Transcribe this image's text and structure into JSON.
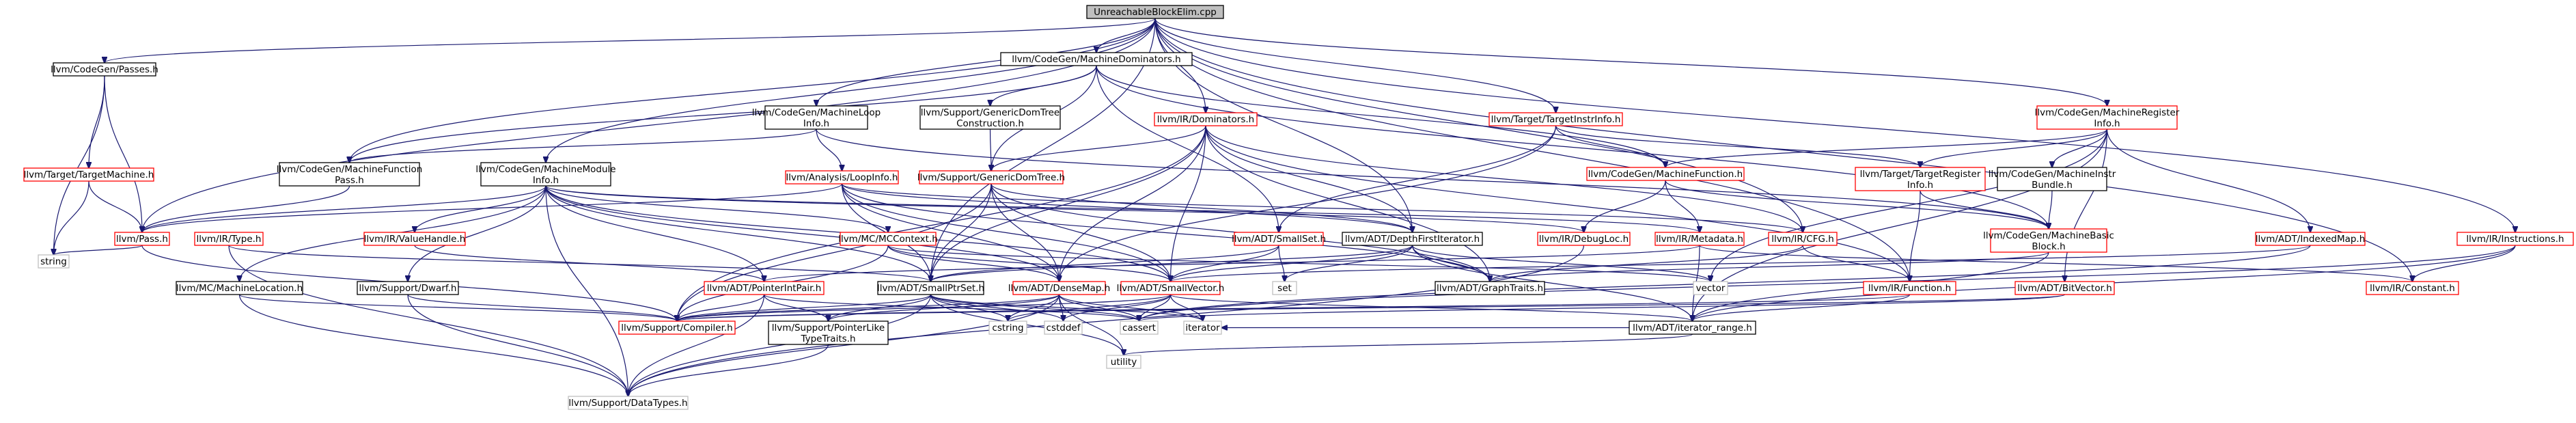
{
  "colors": {
    "edge": "#191970",
    "root_fill": "#bfbfbf",
    "root_border": "#000000",
    "node_fill": "#ffffff",
    "documented_border": "#000000",
    "undocumented_border": "#ff0000",
    "system_border": "#bfbfbf"
  },
  "nodes": {
    "root": {
      "lines": [
        "UnreachableBlockElim.cpp"
      ],
      "style": "root"
    },
    "passes": {
      "lines": [
        "llvm/CodeGen/Passes.h"
      ],
      "style": "documented"
    },
    "machinedominators": {
      "lines": [
        "llvm/CodeGen/MachineDominators.h"
      ],
      "style": "documented"
    },
    "targetmachine": {
      "lines": [
        "llvm/Target/TargetMachine.h"
      ],
      "style": "undocumented"
    },
    "machineloopinfo": {
      "lines": [
        "llvm/CodeGen/MachineLoop",
        "Info.h"
      ],
      "style": "documented"
    },
    "genericdomtreeconstruction": {
      "lines": [
        "llvm/Support/GenericDomTree",
        "Construction.h"
      ],
      "style": "documented"
    },
    "irdominators": {
      "lines": [
        "llvm/IR/Dominators.h"
      ],
      "style": "undocumented"
    },
    "targetinstrinfo": {
      "lines": [
        "llvm/Target/TargetInstrInfo.h"
      ],
      "style": "undocumented"
    },
    "machineregisterinfo": {
      "lines": [
        "llvm/CodeGen/MachineRegister",
        "Info.h"
      ],
      "style": "undocumented"
    },
    "machinefunctionpass": {
      "lines": [
        "llvm/CodeGen/MachineFunction",
        "Pass.h"
      ],
      "style": "documented"
    },
    "machinemoduleinfo": {
      "lines": [
        "llvm/CodeGen/MachineModule",
        "Info.h"
      ],
      "style": "documented"
    },
    "loopinfo": {
      "lines": [
        "llvm/Analysis/LoopInfo.h"
      ],
      "style": "undocumented"
    },
    "genericdomtree": {
      "lines": [
        "llvm/Support/GenericDomTree.h"
      ],
      "style": "undocumented"
    },
    "machinefunction": {
      "lines": [
        "llvm/CodeGen/MachineFunction.h"
      ],
      "style": "undocumented"
    },
    "targetregisterinfo": {
      "lines": [
        "llvm/Target/TargetRegister",
        "Info.h"
      ],
      "style": "undocumented"
    },
    "machineinstrbundle": {
      "lines": [
        "llvm/CodeGen/MachineInstr",
        "Bundle.h"
      ],
      "style": "documented"
    },
    "irinstructions": {
      "lines": [
        "llvm/IR/Instructions.h"
      ],
      "style": "undocumented"
    },
    "pass": {
      "lines": [
        "llvm/Pass.h"
      ],
      "style": "undocumented"
    },
    "irtype": {
      "lines": [
        "llvm/IR/Type.h"
      ],
      "style": "undocumented"
    },
    "valuehandle": {
      "lines": [
        "llvm/IR/ValueHandle.h"
      ],
      "style": "undocumented"
    },
    "mccontext": {
      "lines": [
        "llvm/MC/MCContext.h"
      ],
      "style": "undocumented"
    },
    "smallset": {
      "lines": [
        "llvm/ADT/SmallSet.h"
      ],
      "style": "undocumented"
    },
    "depthfirstiterator": {
      "lines": [
        "llvm/ADT/DepthFirstIterator.h"
      ],
      "style": "documented"
    },
    "debugloc": {
      "lines": [
        "llvm/IR/DebugLoc.h"
      ],
      "style": "undocumented"
    },
    "irmetadata": {
      "lines": [
        "llvm/IR/Metadata.h"
      ],
      "style": "undocumented"
    },
    "ircfg": {
      "lines": [
        "llvm/IR/CFG.h"
      ],
      "style": "undocumented"
    },
    "machinebasicblock": {
      "lines": [
        "llvm/CodeGen/MachineBasic",
        "Block.h"
      ],
      "style": "undocumented"
    },
    "indexedmap": {
      "lines": [
        "llvm/ADT/IndexedMap.h"
      ],
      "style": "undocumented"
    },
    "string": {
      "lines": [
        "string"
      ],
      "style": "system"
    },
    "machinelocation": {
      "lines": [
        "llvm/MC/MachineLocation.h"
      ],
      "style": "documented"
    },
    "dwarf": {
      "lines": [
        "llvm/Support/Dwarf.h"
      ],
      "style": "documented"
    },
    "pointerintpair": {
      "lines": [
        "llvm/ADT/PointerIntPair.h"
      ],
      "style": "undocumented"
    },
    "smallptrset": {
      "lines": [
        "llvm/ADT/SmallPtrSet.h"
      ],
      "style": "documented"
    },
    "densemap": {
      "lines": [
        "llvm/ADT/DenseMap.h"
      ],
      "style": "undocumented"
    },
    "smallvector": {
      "lines": [
        "llvm/ADT/SmallVector.h"
      ],
      "style": "undocumented"
    },
    "set": {
      "lines": [
        "set"
      ],
      "style": "system"
    },
    "graphtraits": {
      "lines": [
        "llvm/ADT/GraphTraits.h"
      ],
      "style": "documented"
    },
    "vector": {
      "lines": [
        "vector"
      ],
      "style": "system"
    },
    "irfunction": {
      "lines": [
        "llvm/IR/Function.h"
      ],
      "style": "undocumented"
    },
    "bitvector": {
      "lines": [
        "llvm/ADT/BitVector.h"
      ],
      "style": "undocumented"
    },
    "irconstant": {
      "lines": [
        "llvm/IR/Constant.h"
      ],
      "style": "undocumented"
    },
    "compiler": {
      "lines": [
        "llvm/Support/Compiler.h"
      ],
      "style": "undocumented"
    },
    "pointerliketypetraits": {
      "lines": [
        "llvm/Support/PointerLike",
        "TypeTraits.h"
      ],
      "style": "documented"
    },
    "cstring": {
      "lines": [
        "cstring"
      ],
      "style": "system"
    },
    "cstddef": {
      "lines": [
        "cstddef"
      ],
      "style": "system"
    },
    "cassert": {
      "lines": [
        "cassert"
      ],
      "style": "system"
    },
    "iterator": {
      "lines": [
        "iterator"
      ],
      "style": "system"
    },
    "iteratorrange": {
      "lines": [
        "llvm/ADT/iterator_range.h"
      ],
      "style": "documented"
    },
    "utility": {
      "lines": [
        "utility"
      ],
      "style": "system"
    },
    "datatypes": {
      "lines": [
        "llvm/Support/DataTypes.h"
      ],
      "style": "system"
    }
  },
  "edges": [
    [
      "root",
      "passes"
    ],
    [
      "root",
      "machinedominators"
    ],
    [
      "root",
      "machineloopinfo"
    ],
    [
      "root",
      "irdominators"
    ],
    [
      "root",
      "targetinstrinfo"
    ],
    [
      "root",
      "machineregisterinfo"
    ],
    [
      "root",
      "machinefunctionpass"
    ],
    [
      "root",
      "machinemoduleinfo"
    ],
    [
      "root",
      "irinstructions"
    ],
    [
      "root",
      "pass"
    ],
    [
      "root",
      "depthfirstiterator"
    ],
    [
      "root",
      "smallptrset"
    ],
    [
      "root",
      "ircfg"
    ],
    [
      "root",
      "irconstant"
    ],
    [
      "root",
      "irfunction"
    ],
    [
      "passes",
      "targetmachine"
    ],
    [
      "passes",
      "pass"
    ],
    [
      "passes",
      "string"
    ],
    [
      "targetmachine",
      "pass"
    ],
    [
      "targetmachine",
      "string"
    ],
    [
      "machinedominators",
      "machinefunctionpass"
    ],
    [
      "machinedominators",
      "genericdomtree"
    ],
    [
      "machinedominators",
      "genericdomtreeconstruction"
    ],
    [
      "machinedominators",
      "machinebasicblock"
    ],
    [
      "machinedominators",
      "smallset"
    ],
    [
      "machinedominators",
      "machinefunction"
    ],
    [
      "machineloopinfo",
      "machinefunctionpass"
    ],
    [
      "machineloopinfo",
      "loopinfo"
    ],
    [
      "machineloopinfo",
      "machinebasicblock"
    ],
    [
      "genericdomtreeconstruction",
      "genericdomtree"
    ],
    [
      "irdominators",
      "genericdomtree"
    ],
    [
      "irdominators",
      "densemap"
    ],
    [
      "irdominators",
      "smallptrset"
    ],
    [
      "irdominators",
      "ircfg"
    ],
    [
      "irdominators",
      "irfunction"
    ],
    [
      "irdominators",
      "compiler"
    ],
    [
      "irdominators",
      "depthfirstiterator"
    ],
    [
      "irdominators",
      "smallvector"
    ],
    [
      "irdominators",
      "graphtraits"
    ],
    [
      "targetinstrinfo",
      "machinefunction"
    ],
    [
      "targetinstrinfo",
      "targetregisterinfo"
    ],
    [
      "targetinstrinfo",
      "smallset"
    ],
    [
      "targetinstrinfo",
      "densemap"
    ],
    [
      "machineregisterinfo",
      "machinefunction"
    ],
    [
      "machineregisterinfo",
      "targetregisterinfo"
    ],
    [
      "machineregisterinfo",
      "machineinstrbundle"
    ],
    [
      "machineregisterinfo",
      "indexedmap"
    ],
    [
      "machineregisterinfo",
      "bitvector"
    ],
    [
      "machineregisterinfo",
      "vector"
    ],
    [
      "machineregisterinfo",
      "iteratorrange"
    ],
    [
      "machinefunctionpass",
      "pass"
    ],
    [
      "machinemoduleinfo",
      "pass"
    ],
    [
      "machinemoduleinfo",
      "valuehandle"
    ],
    [
      "machinemoduleinfo",
      "mccontext"
    ],
    [
      "machinemoduleinfo",
      "machinelocation"
    ],
    [
      "machinemoduleinfo",
      "dwarf"
    ],
    [
      "machinemoduleinfo",
      "debugloc"
    ],
    [
      "machinemoduleinfo",
      "pointerintpair"
    ],
    [
      "machinemoduleinfo",
      "smallptrset"
    ],
    [
      "machinemoduleinfo",
      "smallvector"
    ],
    [
      "machinemoduleinfo",
      "densemap"
    ],
    [
      "machinemoduleinfo",
      "datatypes"
    ],
    [
      "machinemoduleinfo",
      "irmetadata"
    ],
    [
      "loopinfo",
      "pass"
    ],
    [
      "loopinfo",
      "densemap"
    ],
    [
      "loopinfo",
      "depthfirstiterator"
    ],
    [
      "loopinfo",
      "smallptrset"
    ],
    [
      "loopinfo",
      "graphtraits"
    ],
    [
      "loopinfo",
      "ircfg"
    ],
    [
      "loopinfo",
      "smallvector"
    ],
    [
      "genericdomtree",
      "densemap"
    ],
    [
      "genericdomtree",
      "depthfirstiterator"
    ],
    [
      "genericdomtree",
      "graphtraits"
    ],
    [
      "genericdomtree",
      "smallptrset"
    ],
    [
      "genericdomtree",
      "smallvector"
    ],
    [
      "genericdomtree",
      "compiler"
    ],
    [
      "machinefunction",
      "machinebasicblock"
    ],
    [
      "machinefunction",
      "irmetadata"
    ],
    [
      "machinefunction",
      "debugloc"
    ],
    [
      "targetregisterinfo",
      "machinebasicblock"
    ],
    [
      "targetregisterinfo",
      "irfunction"
    ],
    [
      "machineinstrbundle",
      "machinebasicblock"
    ],
    [
      "irinstructions",
      "irconstant"
    ],
    [
      "irinstructions",
      "iteratorrange"
    ],
    [
      "irinstructions",
      "cassert"
    ],
    [
      "pass",
      "string"
    ],
    [
      "pass",
      "compiler"
    ],
    [
      "irtype",
      "datatypes"
    ],
    [
      "irtype",
      "smallptrset"
    ],
    [
      "valuehandle",
      "pointerintpair"
    ],
    [
      "mccontext",
      "densemap"
    ],
    [
      "mccontext",
      "smallvector"
    ],
    [
      "mccontext",
      "compiler"
    ],
    [
      "mccontext",
      "vector"
    ],
    [
      "smallset",
      "smallptrset"
    ],
    [
      "smallset",
      "smallvector"
    ],
    [
      "smallset",
      "set"
    ],
    [
      "depthfirstiterator",
      "graphtraits"
    ],
    [
      "depthfirstiterator",
      "smallptrset"
    ],
    [
      "depthfirstiterator",
      "smallvector"
    ],
    [
      "depthfirstiterator",
      "set"
    ],
    [
      "depthfirstiterator",
      "vector"
    ],
    [
      "depthfirstiterator",
      "iteratorrange"
    ],
    [
      "debugloc",
      "datatypes"
    ],
    [
      "irmetadata",
      "iteratorrange"
    ],
    [
      "irmetadata",
      "irconstant"
    ],
    [
      "irmetadata",
      "pointerintpair"
    ],
    [
      "ircfg",
      "graphtraits"
    ],
    [
      "ircfg",
      "irfunction"
    ],
    [
      "machinebasicblock",
      "graphtraits"
    ],
    [
      "machinebasicblock",
      "iteratorrange"
    ],
    [
      "indexedmap",
      "smallvector"
    ],
    [
      "indexedmap",
      "cassert"
    ],
    [
      "machinelocation",
      "compiler"
    ],
    [
      "machinelocation",
      "datatypes"
    ],
    [
      "dwarf",
      "compiler"
    ],
    [
      "dwarf",
      "datatypes"
    ],
    [
      "pointerintpair",
      "compiler"
    ],
    [
      "pointerintpair",
      "pointerliketypetraits"
    ],
    [
      "pointerintpair",
      "cassert"
    ],
    [
      "pointerintpair",
      "datatypes"
    ],
    [
      "smallptrset",
      "compiler"
    ],
    [
      "smallptrset",
      "datatypes"
    ],
    [
      "smallptrset",
      "pointerliketypetraits"
    ],
    [
      "smallptrset",
      "cassert"
    ],
    [
      "smallptrset",
      "cstddef"
    ],
    [
      "smallptrset",
      "cstring"
    ],
    [
      "smallptrset",
      "iterator"
    ],
    [
      "smallptrset",
      "utility"
    ],
    [
      "densemap",
      "compiler"
    ],
    [
      "densemap",
      "pointerliketypetraits"
    ],
    [
      "densemap",
      "datatypes"
    ],
    [
      "densemap",
      "cassert"
    ],
    [
      "densemap",
      "cstddef"
    ],
    [
      "densemap",
      "iterator"
    ],
    [
      "densemap",
      "utility"
    ],
    [
      "densemap",
      "cstring"
    ],
    [
      "smallvector",
      "compiler"
    ],
    [
      "smallvector",
      "cassert"
    ],
    [
      "smallvector",
      "cstddef"
    ],
    [
      "smallvector",
      "iterator"
    ],
    [
      "smallvector",
      "iteratorrange"
    ],
    [
      "smallvector",
      "cstring"
    ],
    [
      "irfunction",
      "compiler"
    ],
    [
      "irfunction",
      "iteratorrange"
    ],
    [
      "bitvector",
      "compiler"
    ],
    [
      "bitvector",
      "cassert"
    ],
    [
      "pointerliketypetraits",
      "datatypes"
    ],
    [
      "iteratorrange",
      "utility"
    ],
    [
      "iteratorrange",
      "iterator"
    ]
  ]
}
